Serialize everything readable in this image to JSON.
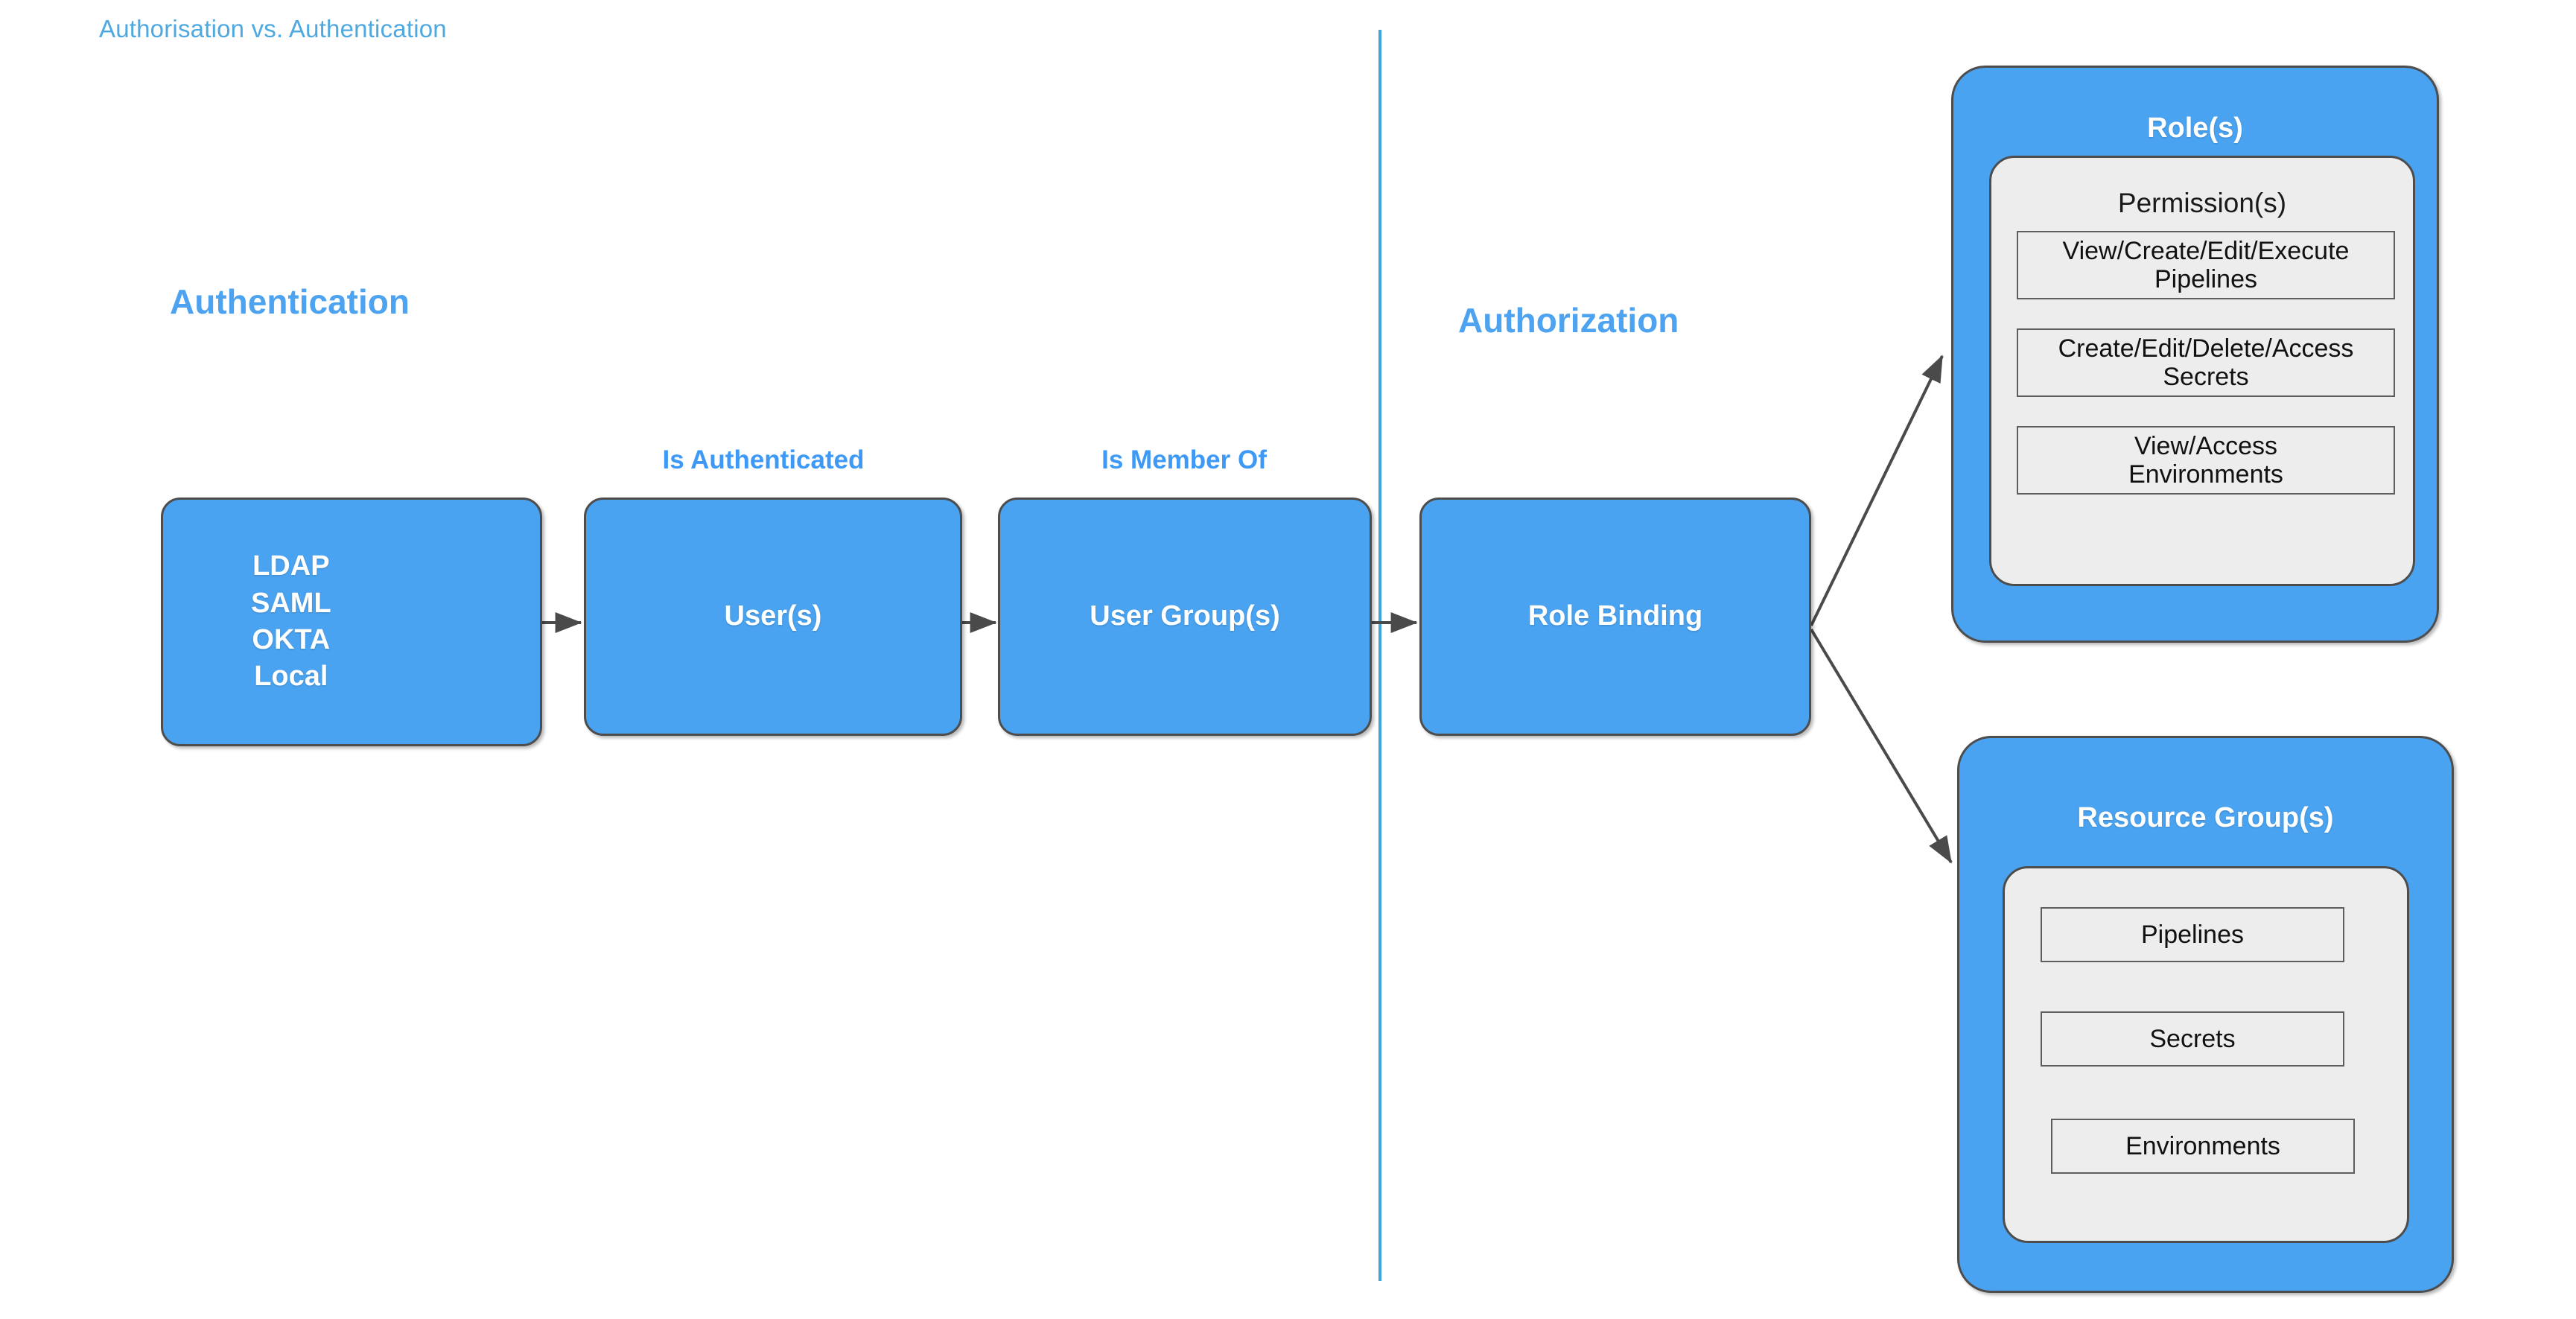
{
  "page": {
    "title": "Authorisation vs. Authentication",
    "title_color": "#4FA8E0",
    "background": "#ffffff"
  },
  "palette": {
    "box_blue": "#4AA3F0",
    "heading_blue": "#4DA3F0",
    "label_blue": "#3D99F5",
    "divider_blue": "#3FA3DC",
    "panel_gray": "#EDEDED",
    "outline_dark": "#4D4D4D",
    "arrow_gray": "#4A4A4A",
    "text_white": "#ffffff",
    "text_dark": "#111111"
  },
  "sections": {
    "authentication_heading": "Authentication",
    "authorization_heading": "Authorization"
  },
  "divider": {
    "name": "authentication-authorization-divider",
    "orientation": "vertical"
  },
  "flow": {
    "nodes": [
      {
        "id": "identity-providers",
        "label": "LDAP\nSAML\nOKTA\nLocal"
      },
      {
        "id": "users",
        "label": "User(s)"
      },
      {
        "id": "user-groups",
        "label": "User Group(s)"
      },
      {
        "id": "role-binding",
        "label": "Role Binding"
      }
    ],
    "edge_labels": [
      {
        "id": "is-authenticated",
        "label": "Is Authenticated"
      },
      {
        "id": "is-member-of",
        "label": "Is Member Of"
      }
    ]
  },
  "roles_card": {
    "title": "Role(s)",
    "inner_title": "Permission(s)",
    "permissions": [
      "View/Create/Edit/Execute\nPipelines",
      "Create/Edit/Delete/Access\nSecrets",
      "View/Access\nEnvironments"
    ]
  },
  "resource_groups_card": {
    "title": "Resource Group(s)",
    "resources": [
      "Pipelines",
      "Secrets",
      "Environments"
    ]
  }
}
